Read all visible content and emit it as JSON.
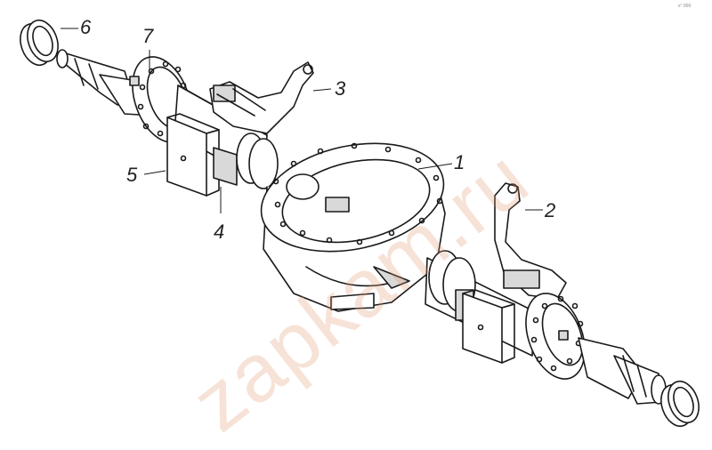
{
  "diagram": {
    "corner_code": "x° 000",
    "watermark": "zapkam.ru",
    "callouts": [
      {
        "id": "6",
        "label": "6"
      },
      {
        "id": "7",
        "label": "7"
      },
      {
        "id": "3",
        "label": "3"
      },
      {
        "id": "5",
        "label": "5"
      },
      {
        "id": "4",
        "label": "4"
      },
      {
        "id": "1",
        "label": "1"
      },
      {
        "id": "2",
        "label": "2"
      }
    ]
  },
  "colors": {
    "line": "#1a1a1a",
    "shade": "#d9d9d9",
    "watermark": "#e2966e"
  }
}
